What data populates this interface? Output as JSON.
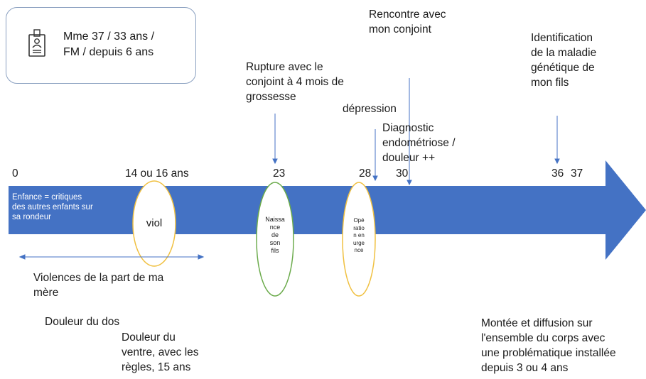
{
  "profile_card": {
    "icon": "id-badge-icon",
    "text": "Mme 37 / 33 ans /\nFM / depuis 6 ans"
  },
  "timeline": {
    "arrow_color": "#4472c4",
    "ticks": {
      "t0": "0",
      "t14": "14 ou 16 ans",
      "t23": "23",
      "t28": "28",
      "t30": "30",
      "t36": "36",
      "t37": "37"
    },
    "inside_text": "Enfance = critiques\ndes autres enfants sur\nsa rondeur"
  },
  "ellipses": {
    "viol": "viol",
    "birth": "Naissa\nnce\nde\nson\nfils",
    "operation": "Opé\nratio\nn en\nurge\nnce"
  },
  "events": {
    "rupture": "Rupture avec le\nconjoint à 4 mois de\ngrossesse",
    "rencontre": "Rencontre avec\nmon conjoint",
    "depression": "dépression",
    "diagnostic": "Diagnostic\nendométriose /\ndouleur ++",
    "identification": "Identification\nde la maladie\ngénétique de\nmon fils"
  },
  "notes": {
    "violences": "Violences de la part de ma\nmère",
    "douleur_dos": "Douleur du dos",
    "douleur_ventre": "Douleur du\nventre, avec les\nrègles, 15 ans",
    "montee": "Montée et diffusion sur\nl'ensemble du corps avec\nune problématique installée\ndepuis 3 ou 4 ans"
  },
  "colors": {
    "ellipse_viol": "#f0c040",
    "ellipse_birth": "#6aaa4a",
    "ellipse_operation": "#f0c040",
    "pointer": "#4472c4"
  }
}
